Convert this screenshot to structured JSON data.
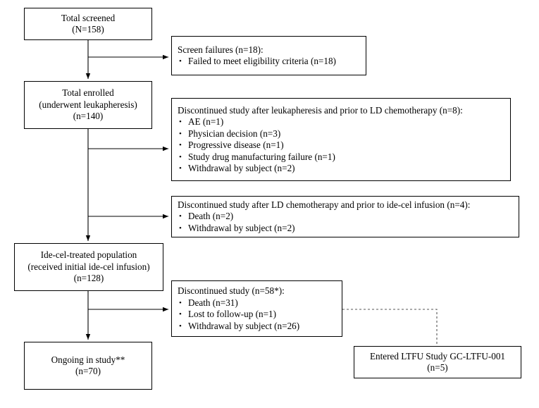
{
  "diagram": {
    "title": "Patient disposition flow diagram",
    "type": "consort-flow",
    "line_color": "#000000",
    "box_border_color": "#000000",
    "background": "#ffffff"
  },
  "nodes": {
    "total_screened": {
      "name": "total-screened",
      "line1": "Total screened",
      "line2": "(N=158)"
    },
    "total_enrolled": {
      "name": "total-enrolled",
      "line1": "Total enrolled",
      "line2": "(underwent leukapheresis)",
      "line3": "(n=140)"
    },
    "ide_cel_treated": {
      "name": "ide-cel-treated-population",
      "line1": "Ide-cel-treated population",
      "line2": "(received initial ide-cel infusion)",
      "line3": "(n=128)"
    },
    "ongoing": {
      "name": "ongoing-in-study",
      "line1": "Ongoing in study**",
      "line2": "(n=70)"
    },
    "screen_failures": {
      "name": "screen-failures",
      "header": "Screen failures  (n=18):",
      "items": [
        "Failed to meet eligibility  criteria (n=18)"
      ]
    },
    "disc_after_leukapheresis": {
      "name": "discontinued-after-leukapheresis",
      "header": "Discontinued study after leukapheresis and prior to LD chemotherapy (n=8):",
      "items": [
        "AE (n=1)",
        "Physician decision (n=3)",
        "Progressive disease (n=1)",
        "Study drug manufacturing failure  (n=1)",
        "Withdrawal by subject (n=2)"
      ]
    },
    "disc_after_ld_chemo": {
      "name": "discontinued-after-ld-chemotherapy",
      "header": "Discontinued study after LD chemotherapy and prior to ide-cel infusion (n=4):",
      "items": [
        "Death (n=2)",
        "Withdrawal by subject (n=2)"
      ]
    },
    "disc_study": {
      "name": "discontinued-study",
      "header": "Discontinued study (n=58*):",
      "items": [
        "Death (n=31)",
        "Lost to follow-up (n=1)",
        "Withdrawal by subject (n=26)"
      ]
    },
    "entered_ltfu": {
      "name": "entered-ltfu-study",
      "line1": "Entered LTFU Study GC-LTFU-001",
      "line2": "(n=5)"
    }
  }
}
